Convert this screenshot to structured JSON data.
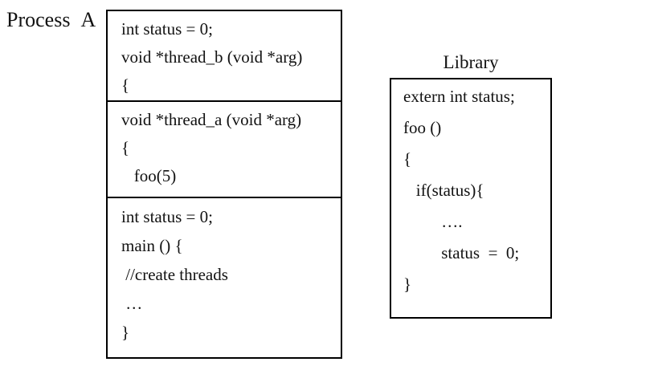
{
  "canvas": {
    "background": "#ffffff",
    "ink": "#121212",
    "border_color": "#000000"
  },
  "process": {
    "label": "Process A",
    "sections": [
      {
        "name": "thread_b",
        "lines": [
          "int status = 0;",
          "void *thread_b (void *arg)",
          "{"
        ]
      },
      {
        "name": "thread_a",
        "lines": [
          "void *thread_a (void *arg)",
          "{",
          "   foo(5)"
        ]
      },
      {
        "name": "main",
        "lines": [
          "int status = 0;",
          "main () {",
          " //create threads",
          " …",
          "}"
        ]
      }
    ]
  },
  "library": {
    "label": "Library",
    "lines": [
      "extern int status;",
      "foo ()",
      "{",
      "   if(status){",
      "         ….",
      "         status  =  0;",
      "}"
    ]
  }
}
